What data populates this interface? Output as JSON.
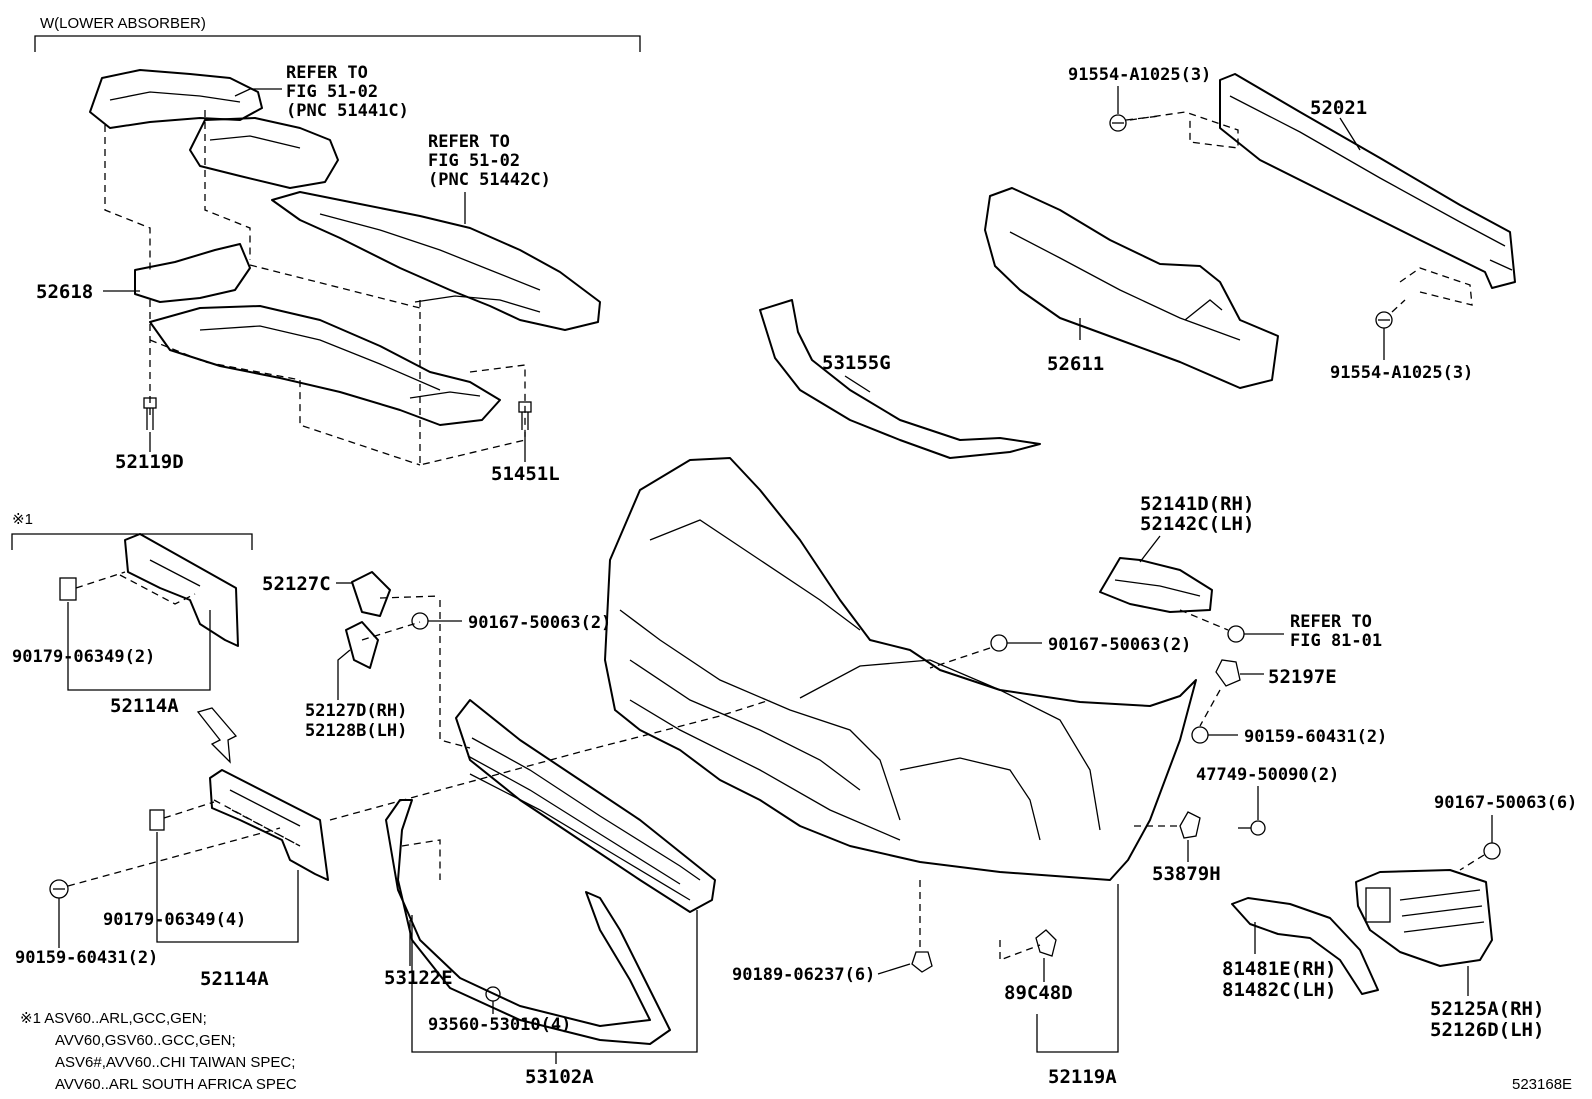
{
  "diagram": {
    "group_header": "W(LOWER ABSORBER)",
    "star_mark": "※1",
    "footnote_lines": [
      "※1 ASV60..ARL,GCC,GEN;",
      "AVV60,GSV60..GCC,GEN;",
      "ASV6#,AVV60..CHI TAIWAN SPEC;",
      "AVV60..ARL SOUTH AFRICA SPEC"
    ],
    "figure_code": "523168E",
    "refer_1": [
      "REFER TO",
      "FIG 51-02",
      "(PNC 51441C)"
    ],
    "refer_2": [
      "REFER TO",
      "FIG 51-02",
      "(PNC 51442C)"
    ],
    "refer_3": [
      "REFER TO",
      "FIG 81-01"
    ],
    "labels": {
      "p52618": "52618",
      "p52119D": "52119D",
      "p51451L": "51451L",
      "p91554a": "91554-A1025(3)",
      "p52021": "52021",
      "p91554b": "91554-A1025(3)",
      "p53155G": "53155G",
      "p52611": "52611",
      "p52141D": "52141D(RH)",
      "p52142C": "52142C(LH)",
      "p52127C": "52127C",
      "p90167a": "90167-50063(2)",
      "p52127D": "52127D(RH)",
      "p52128B": "52128B(LH)",
      "p90167b": "90167-50063(2)",
      "p52197E": "52197E",
      "p90159a": "90159-60431(2)",
      "p47749": "47749-50090(2)",
      "p90167c": "90167-50063(6)",
      "p90179a": "90179-06349(2)",
      "p52114Aa": "52114A",
      "p90179b": "90179-06349(4)",
      "p90159b": "90159-60431(2)",
      "p52114Ab": "52114A",
      "p53122E": "53122E",
      "p93560": "93560-53010(4)",
      "p53102A": "53102A",
      "p90189": "90189-06237(6)",
      "p89C48D": "89C48D",
      "p52119A": "52119A",
      "p53879H": "53879H",
      "p81481E": "81481E(RH)",
      "p81482C": "81482C(LH)",
      "p52125A": "52125A(RH)",
      "p52126D": "52126D(LH)"
    }
  }
}
